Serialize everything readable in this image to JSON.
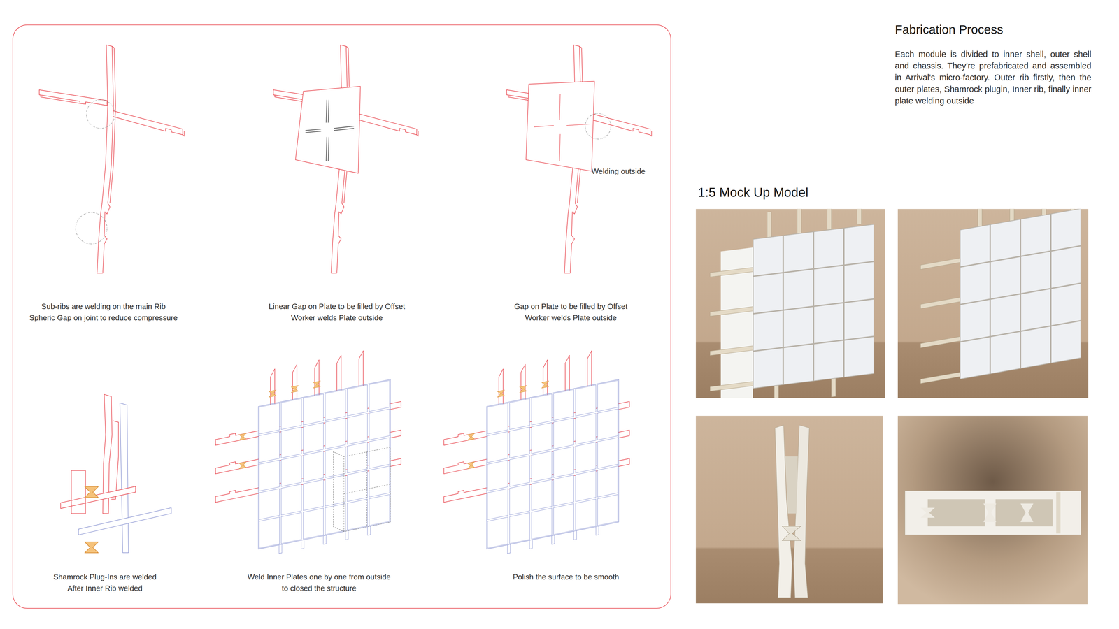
{
  "diagram": {
    "title": "Fabrication Process",
    "labels": [
      "Each module is divided to inner shell, outer shell and chassis. They're prefabricated and assembled in Arrival's micro-factory. Outer rib firstly, then the outer plates, Shamrock plugin, Inner rib, finally inner plate welding outside",
      "1:5 Mock Up Model",
      "Welding outside",
      "Sub-ribs are welding on the main Rib Spheric Gap on joint to reduce compressure",
      "Linear Gap on Plate to be filled by Offset Worker welds Plate outside",
      "Gap on Plate to be filled by Offset Worker welds Plate outside",
      "Shamrock Plug-Ins are welded After Inner Rib welded",
      "Weld Inner Plates one by one from outside to closed the structure",
      "Polish the surface to be smooth"
    ]
  }
}
